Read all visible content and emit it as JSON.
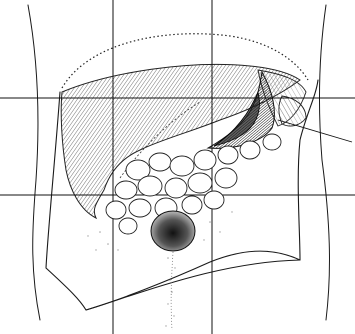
{
  "figure": {
    "description_visible_text": "",
    "colors": {
      "ink": "#1a1a1a",
      "light_shade": "#9a9a9a",
      "paper": "#ffffff"
    },
    "regions": [
      "liver",
      "stomach",
      "spleen",
      "small-intestine-loops",
      "bladder",
      "abdominal-wall-outline",
      "diaphragm-dotted-outline"
    ],
    "grid": {
      "vertical_lines": 2,
      "horizontal_lines": 2
    }
  }
}
